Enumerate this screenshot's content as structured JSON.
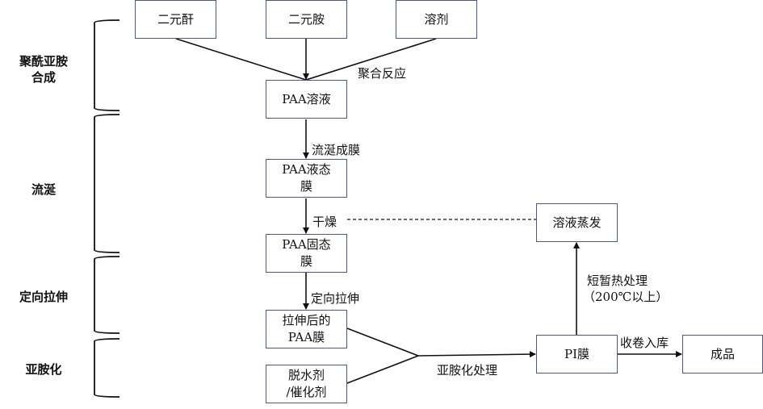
{
  "stages": [
    {
      "label_1": "聚酰亚胺",
      "label_2": "合成"
    },
    {
      "label_1": "流涎"
    },
    {
      "label_1": "定向拉伸"
    },
    {
      "label_1": "亚胺化"
    }
  ],
  "nodes": {
    "dianhydride": "二元酐",
    "diamine": "二元胺",
    "solvent": "溶剂",
    "paa_solution": "PAA溶液",
    "paa_liquid_film_1": "PAA液态",
    "paa_liquid_film_2": "膜",
    "paa_solid_film_1": "PAA固态",
    "paa_solid_film_2": "膜",
    "stretched_film_1": "拉伸后的",
    "stretched_film_2": "PAA膜",
    "dehydrant_1": "脱水剂",
    "dehydrant_2": "/催化剂",
    "solution_evaporation": "溶液蒸发",
    "pi_film": "PI膜",
    "product": "成品"
  },
  "edges": {
    "polymerization": "聚合反应",
    "casting": "流涎成膜",
    "drying": "干燥",
    "stretching": "定向拉伸",
    "imidization": "亚胺化处理",
    "heat_treatment_1": "短暂热处理",
    "heat_treatment_2": "（200℃以上）",
    "winding": "收卷入库"
  },
  "colors": {
    "box_border": "#4a5a78",
    "line": "#111111"
  }
}
